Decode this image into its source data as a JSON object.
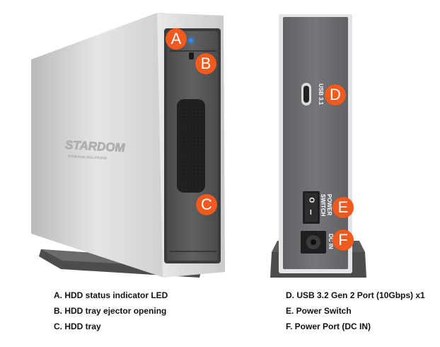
{
  "brand": {
    "name": "STARDOM",
    "tagline": "STORAGE SOLUTIONS"
  },
  "ports": {
    "usb_label": "USB 3.1",
    "power_label_line1": "POWER",
    "power_label_line2": "SWITCH",
    "dc_label": "DC IN",
    "switch_on": "I",
    "switch_off": "O"
  },
  "markers": {
    "a": "A",
    "b": "B",
    "c": "C",
    "d": "D",
    "e": "E",
    "f": "F"
  },
  "legend": {
    "left": [
      "A. HDD status indicator LED",
      "B. HDD tray ejector opening",
      "C. HDD tray"
    ],
    "right": [
      "D. USB 3.2 Gen 2 Port (10Gbps) x1",
      "E. Power Switch",
      "F. Power Port (DC IN)"
    ]
  },
  "colors": {
    "marker": "#f05a1e",
    "led": "#2a8cff",
    "body": "#d8d9db",
    "panel": "#6b6d70"
  }
}
